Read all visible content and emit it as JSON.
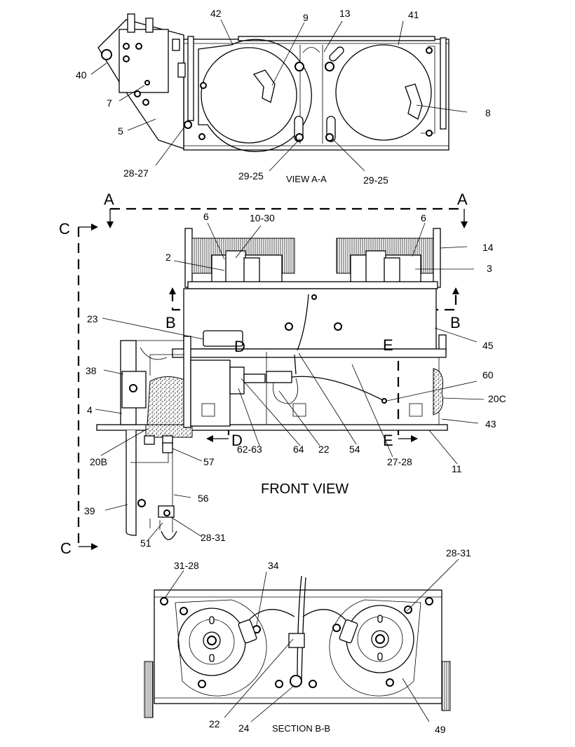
{
  "view_labels": {
    "view_aa": "VIEW A-A",
    "front_view": "FRONT VIEW",
    "section_bb": "SECTION B-B"
  },
  "section_markers": {
    "a_left": "A",
    "a_right": "A",
    "b_left": "B",
    "b_right": "B",
    "c_top": "C",
    "c_bottom": "C",
    "d_top": "D",
    "d_bottom": "D",
    "e_top": "E",
    "e_bottom": "E"
  },
  "callouts_view_aa": {
    "c42": "42",
    "c9": "9",
    "c13": "13",
    "c41": "41",
    "c40": "40",
    "c7": "7",
    "c5": "5",
    "c8": "8",
    "c28_27": "28-27",
    "c29_25_left": "29-25",
    "c29_25_right": "29-25"
  },
  "callouts_front": {
    "c6_left": "6",
    "c10_30": "10-30",
    "c6_right": "6",
    "c14": "14",
    "c2": "2",
    "c3": "3",
    "c23": "23",
    "c45": "45",
    "c38": "38",
    "c60": "60",
    "c20c": "20C",
    "c4": "4",
    "c43": "43",
    "c20b": "20B",
    "c62_63": "62-63",
    "c64": "64",
    "c22": "22",
    "c54": "54",
    "c27_28": "27-28",
    "c11": "11",
    "c57": "57",
    "c56": "56",
    "c39": "39",
    "c51": "51",
    "c28_31": "28-31"
  },
  "callouts_section_bb": {
    "c31_28": "31-28",
    "c34": "34",
    "c28_31": "28-31",
    "c22": "22",
    "c24": "24",
    "c49": "49"
  }
}
